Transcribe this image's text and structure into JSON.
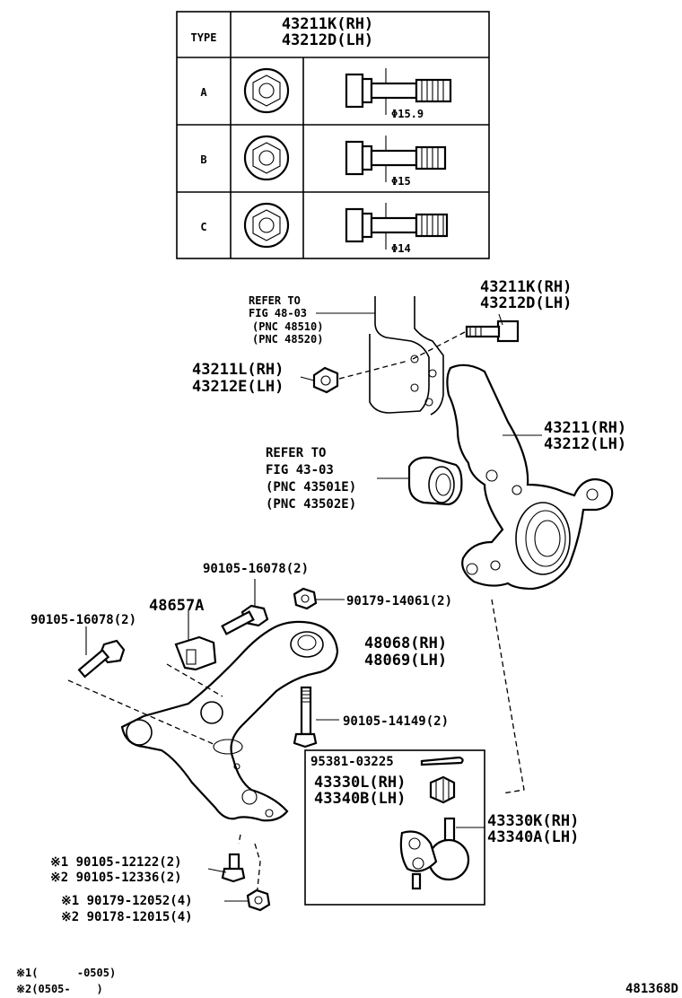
{
  "type_table": {
    "header_type": "TYPE",
    "header_part_rh": "43211K(RH)",
    "header_part_lh": "43212D(LH)",
    "rows": [
      {
        "type": "A",
        "dimension": "Φ15.9"
      },
      {
        "type": "B",
        "dimension": "Φ15"
      },
      {
        "type": "C",
        "dimension": "Φ14"
      }
    ]
  },
  "labels": {
    "bolt_top_rh": "43211K(RH)",
    "bolt_top_lh": "43212D(LH)",
    "refer_strut_1": "REFER TO",
    "refer_strut_2": "FIG 48-03",
    "refer_strut_3": "(PNC 48510)",
    "refer_strut_4": "(PNC 48520)",
    "nut_rh": "43211L(RH)",
    "nut_lh": "43212E(LH)",
    "knuckle_rh": "43211(RH)",
    "knuckle_lh": "43212(LH)",
    "refer_bearing_1": "REFER TO",
    "refer_bearing_2": "FIG 43-03",
    "refer_bearing_3": "(PNC 43501E)",
    "refer_bearing_4": "(PNC 43502E)",
    "bolt_mid": "90105-16078(2)",
    "bracket": "48657A",
    "nut_flange": "90179-14061(2)",
    "bolt_left": "90105-16078(2)",
    "arm_rh": "48068(RH)",
    "arm_lh": "48069(LH)",
    "bolt_long": "90105-14149(2)",
    "cotter_pin": "95381-03225",
    "castle_nut_rh": "43330L(RH)",
    "castle_nut_lh": "43340B(LH)",
    "ball_joint_rh": "43330K(RH)",
    "ball_joint_lh": "43340A(LH)",
    "bolt_small_1": "※1 90105-12122(2)",
    "bolt_small_2": "※2 90105-12336(2)",
    "nut_small_1": "※1 90179-12052(4)",
    "nut_small_2": "※2 90178-12015(4)"
  },
  "footnotes": {
    "note1": "※1(      -0505)",
    "note2": "※2(0505-    )"
  },
  "diagram_id": "481368D"
}
